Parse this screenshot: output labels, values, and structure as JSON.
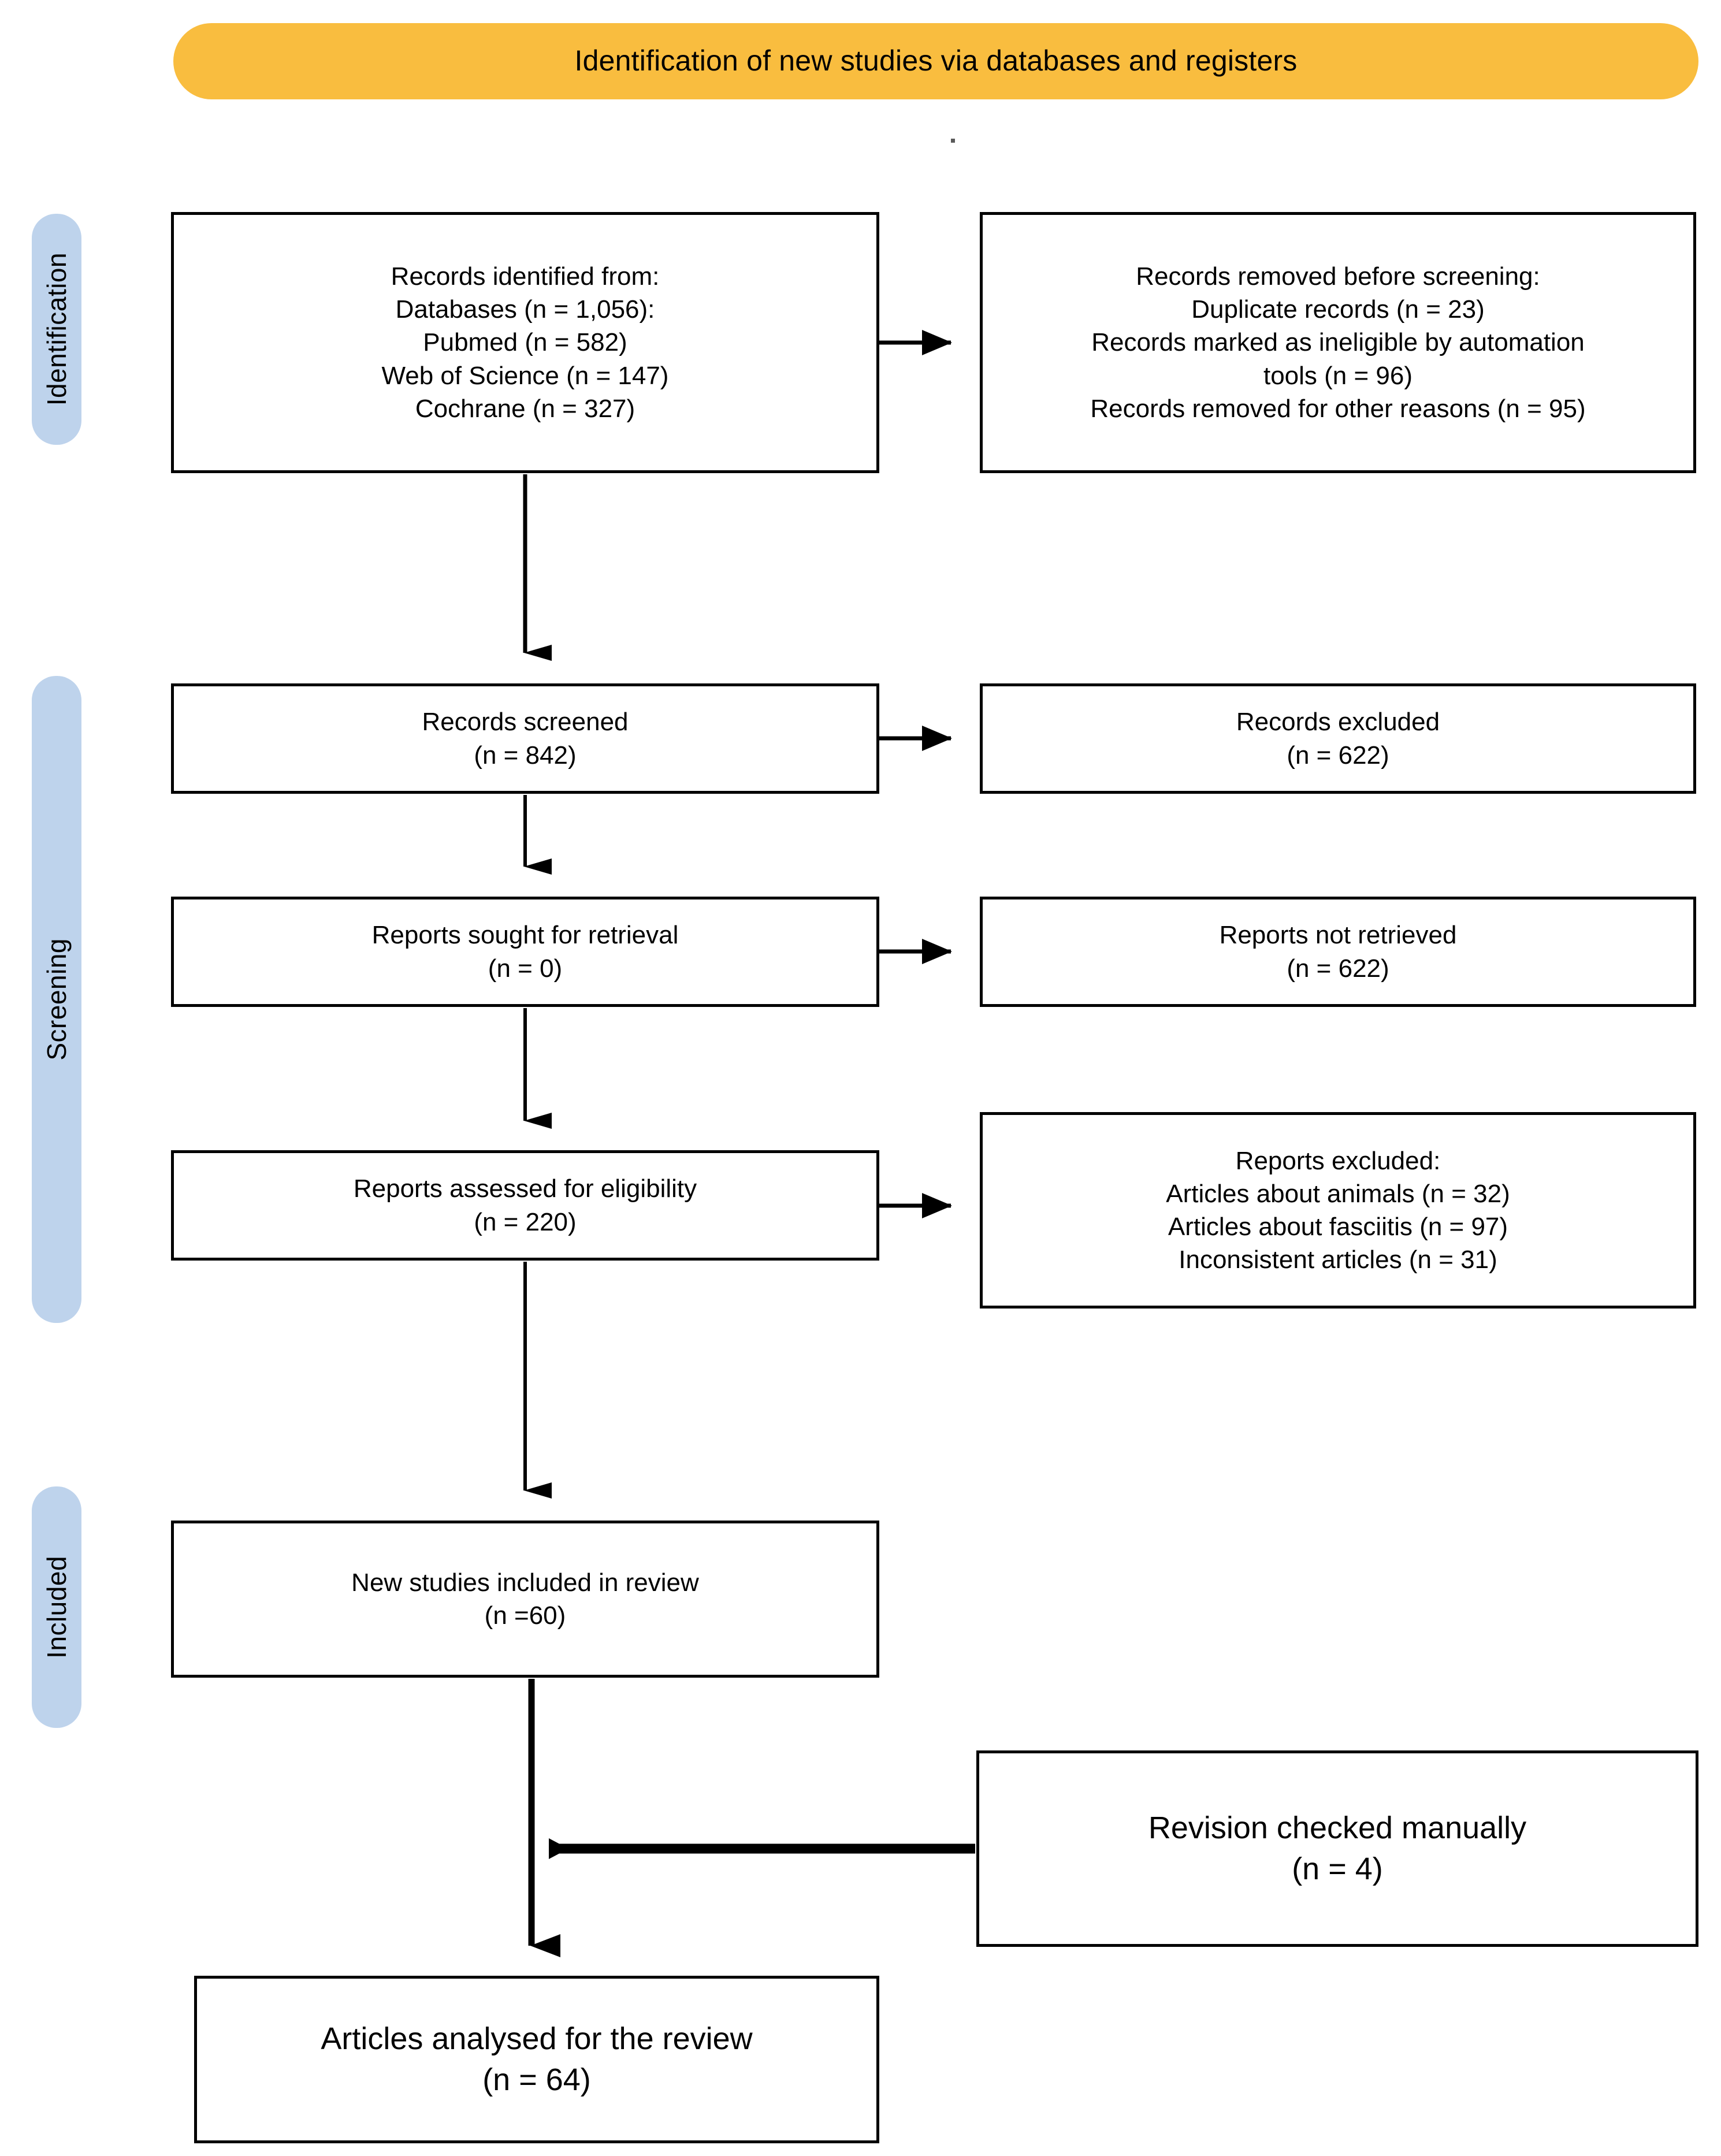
{
  "banner": {
    "title": "Identification of new studies via databases and registers",
    "color": "#f9bd3f"
  },
  "stages": {
    "color": "#bed3ec",
    "items": [
      {
        "id": "identification",
        "label": "Identification"
      },
      {
        "id": "screening",
        "label": "Screening"
      },
      {
        "id": "included",
        "label": "Included"
      }
    ]
  },
  "boxes": {
    "identified": {
      "lines": [
        "Records identified from:",
        "Databases (n = 1,056):",
        "Pubmed (n = 582)",
        "Web of Science (n = 147)",
        "Cochrane (n = 327)"
      ]
    },
    "removed": {
      "lines": [
        "Records removed before screening:",
        "Duplicate records (n = 23)",
        "Records marked as ineligible by automation",
        "tools (n = 96)",
        "Records removed for other reasons (n = 95)"
      ]
    },
    "screened": {
      "lines": [
        "Records screened",
        "(n = 842)"
      ]
    },
    "excluded": {
      "lines": [
        "Records excluded",
        "(n = 622)"
      ]
    },
    "sought": {
      "lines": [
        "Reports sought for retrieval",
        "(n = 0)"
      ]
    },
    "notretrieved": {
      "lines": [
        "Reports not retrieved",
        "(n = 622)"
      ]
    },
    "eligibility": {
      "lines": [
        "Reports assessed for eligibility",
        "(n = 220)"
      ]
    },
    "reportsexcluded": {
      "lines": [
        "Reports excluded:",
        "Articles about animals (n = 32)",
        "Articles about fasciitis (n = 97)",
        "Inconsistent articles (n = 31)"
      ]
    },
    "newstudies": {
      "lines": [
        "New studies included in review",
        "(n =60)"
      ]
    },
    "revision": {
      "lines": [
        "Revision checked manually",
        "(n = 4)"
      ]
    },
    "analysed": {
      "lines": [
        "Articles analysed for the review",
        "(n = 64)"
      ]
    }
  },
  "chart_data": {
    "type": "diagram",
    "title": "PRISMA 2020 flow diagram for new systematic reviews",
    "nodes": [
      {
        "id": "identified",
        "stage": "Identification",
        "label": "Records identified from",
        "values": {
          "Databases": 1056,
          "Pubmed": 582,
          "Web of Science": 147,
          "Cochrane": 327
        }
      },
      {
        "id": "removed",
        "stage": "Identification",
        "label": "Records removed before screening",
        "values": {
          "Duplicate records": 23,
          "Ineligible by automation tools": 96,
          "Removed for other reasons": 95
        }
      },
      {
        "id": "screened",
        "stage": "Screening",
        "label": "Records screened",
        "values": {
          "n": 842
        }
      },
      {
        "id": "excluded",
        "stage": "Screening",
        "label": "Records excluded",
        "values": {
          "n": 622
        }
      },
      {
        "id": "sought",
        "stage": "Screening",
        "label": "Reports sought for retrieval",
        "values": {
          "n": 0
        }
      },
      {
        "id": "notretrieved",
        "stage": "Screening",
        "label": "Reports not retrieved",
        "values": {
          "n": 622
        }
      },
      {
        "id": "eligibility",
        "stage": "Screening",
        "label": "Reports assessed for eligibility",
        "values": {
          "n": 220
        }
      },
      {
        "id": "reportsexcluded",
        "stage": "Screening",
        "label": "Reports excluded",
        "values": {
          "Articles about animals": 32,
          "Articles about fasciitis": 97,
          "Inconsistent articles": 31
        }
      },
      {
        "id": "newstudies",
        "stage": "Included",
        "label": "New studies included in review",
        "values": {
          "n": 60
        }
      },
      {
        "id": "revision",
        "stage": "Included",
        "label": "Revision checked manually",
        "values": {
          "n": 4
        }
      },
      {
        "id": "analysed",
        "stage": "Included",
        "label": "Articles analysed for the review",
        "values": {
          "n": 64
        }
      }
    ],
    "edges": [
      {
        "from": "identified",
        "to": "removed",
        "direction": "right"
      },
      {
        "from": "identified",
        "to": "screened",
        "direction": "down"
      },
      {
        "from": "screened",
        "to": "excluded",
        "direction": "right"
      },
      {
        "from": "screened",
        "to": "sought",
        "direction": "down"
      },
      {
        "from": "sought",
        "to": "notretrieved",
        "direction": "right"
      },
      {
        "from": "sought",
        "to": "eligibility",
        "direction": "down"
      },
      {
        "from": "eligibility",
        "to": "reportsexcluded",
        "direction": "right"
      },
      {
        "from": "eligibility",
        "to": "newstudies",
        "direction": "down"
      },
      {
        "from": "newstudies",
        "to": "analysed",
        "direction": "down"
      },
      {
        "from": "revision",
        "to": "analysed",
        "direction": "left"
      }
    ]
  }
}
